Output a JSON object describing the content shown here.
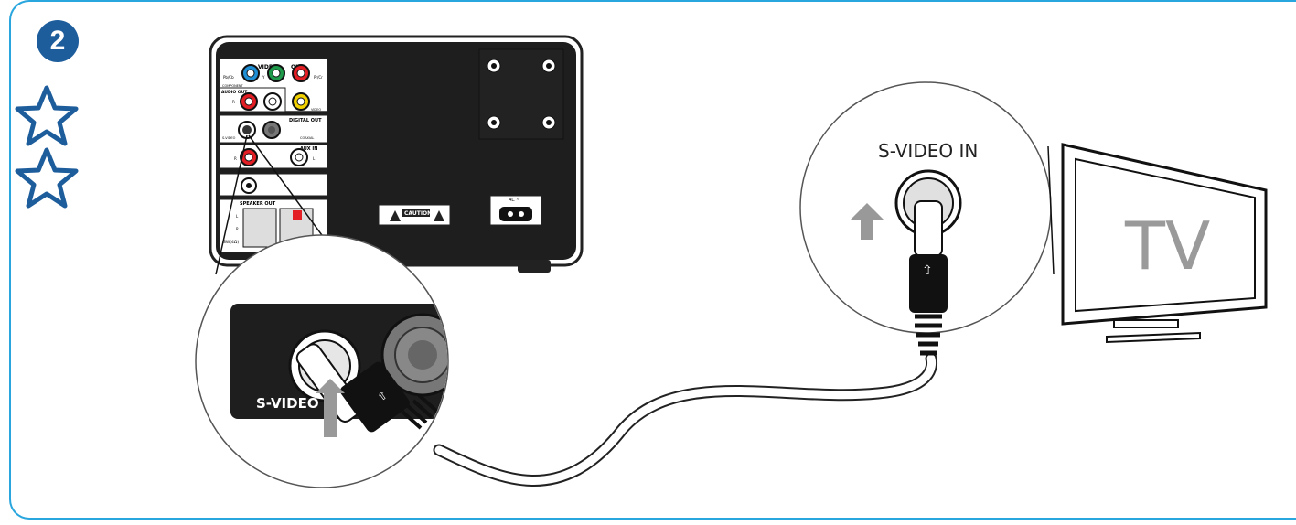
{
  "step_number": "2",
  "difficulty_stars": 2,
  "icons": [
    "star-outline-icon",
    "star-outline-icon",
    "up-arrow-icon"
  ],
  "colors": {
    "frame": "#29a6de",
    "step_badge": "#1d5d9c",
    "jack_blue": "#1f8fd6",
    "jack_green": "#1f9a4a",
    "jack_red": "#e31e24",
    "jack_yellow": "#f2d100",
    "arrow_gray": "#999999"
  },
  "device": {
    "panel_labels": {
      "video_out": "VIDEO",
      "out": "OUT",
      "pb_cb": "Pb/Cb",
      "y": "Y",
      "pr_cr": "Pr/Cr",
      "component": "COMPONENT",
      "audio_out": "AUDIO OUT",
      "r": "R",
      "l": "L",
      "video": "VIDEO",
      "digital_out": "DIGITAL OUT",
      "s_video_small": "S-VIDEO",
      "coaxial": "COAXIAL",
      "aux_in": "AUX IN",
      "speaker_out": "SPEAKER OUT",
      "speaker_l": "L",
      "speaker_r": "R",
      "sw": "SW(4Ω)",
      "caution": "CAUTION",
      "ac": "AC ~"
    }
  },
  "zoom_left": {
    "label": "S-VIDEO"
  },
  "zoom_right": {
    "label": "S-VIDEO IN"
  },
  "tv": {
    "label": "TV"
  }
}
